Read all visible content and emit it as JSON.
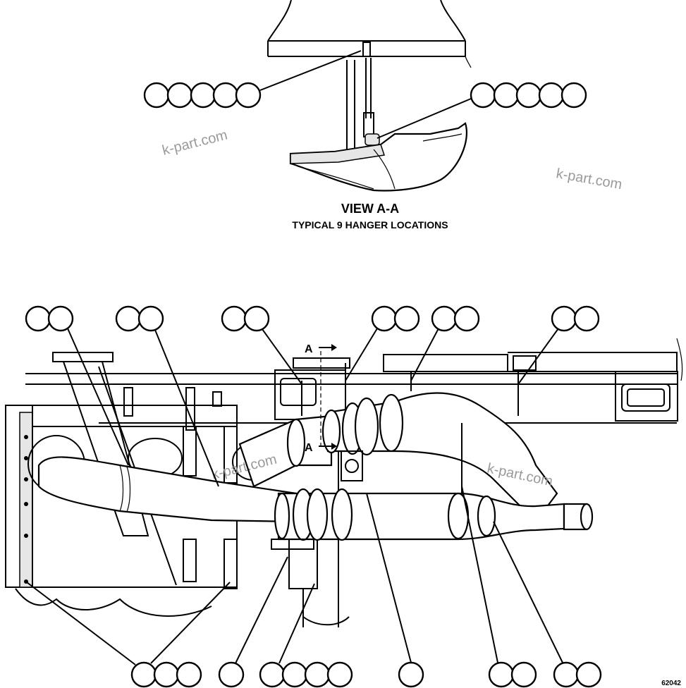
{
  "view": {
    "title": "VIEW A-A",
    "subtitle": "TYPICAL 9 HANGER LOCATIONS"
  },
  "section_marker": "A",
  "watermark": "k-part.com",
  "drawing_code": "62042"
}
